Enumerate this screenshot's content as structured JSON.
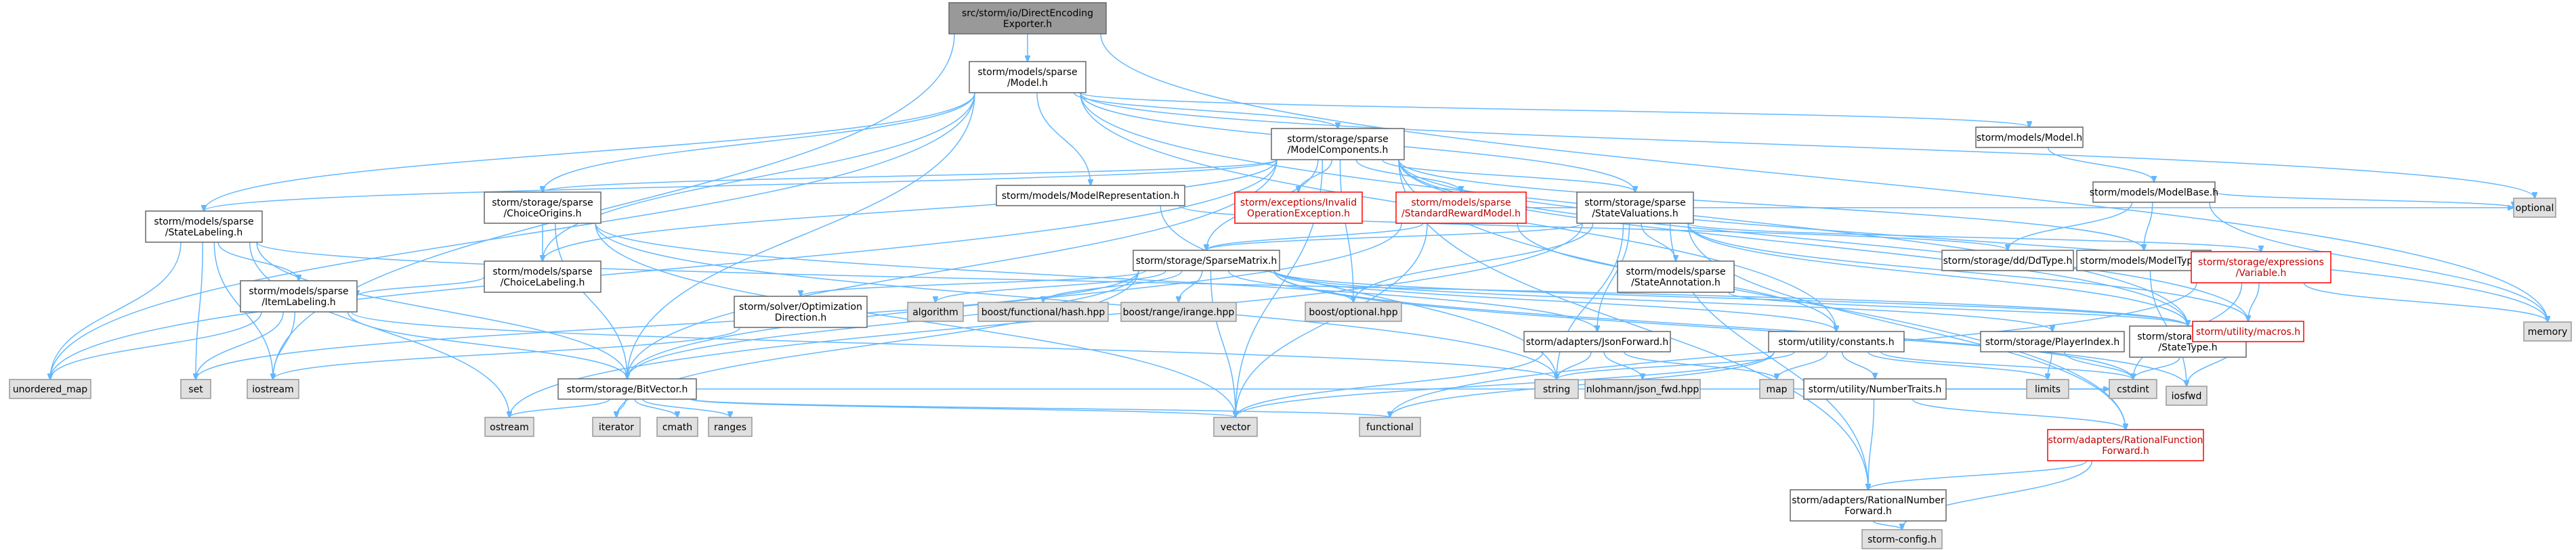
{
  "diagram": {
    "nodes": [
      {
        "id": "root",
        "lines": [
          "src/storm/io/DirectEncoding",
          "Exporter.h"
        ],
        "style": "root"
      },
      {
        "id": "model",
        "lines": [
          "storm/models/sparse",
          "/Model.h"
        ],
        "style": "normal"
      },
      {
        "id": "modelcomponents",
        "lines": [
          "storm/storage/sparse",
          "/ModelComponents.h"
        ],
        "style": "normal"
      },
      {
        "id": "modelsModel",
        "lines": [
          "storm/models/Model.h"
        ],
        "style": "normal"
      },
      {
        "id": "modelbase",
        "lines": [
          "storm/models/ModelBase.h"
        ],
        "style": "normal"
      },
      {
        "id": "modelrep",
        "lines": [
          "storm/models/ModelRepresentation.h"
        ],
        "style": "normal"
      },
      {
        "id": "invalidop",
        "lines": [
          "storm/exceptions/Invalid",
          "OperationException.h"
        ],
        "style": "red"
      },
      {
        "id": "stdreward",
        "lines": [
          "storm/models/sparse",
          "/StandardRewardModel.h"
        ],
        "style": "red"
      },
      {
        "id": "statevaluations",
        "lines": [
          "storm/storage/sparse",
          "/StateValuations.h"
        ],
        "style": "normal"
      },
      {
        "id": "choiceorigins",
        "lines": [
          "storm/storage/sparse",
          "/ChoiceOrigins.h"
        ],
        "style": "normal"
      },
      {
        "id": "statelabeling",
        "lines": [
          "storm/models/sparse",
          "/StateLabeling.h"
        ],
        "style": "normal"
      },
      {
        "id": "choicelabeling",
        "lines": [
          "storm/models/sparse",
          "/ChoiceLabeling.h"
        ],
        "style": "normal"
      },
      {
        "id": "itemlabeling",
        "lines": [
          "storm/models/sparse",
          "/ItemLabeling.h"
        ],
        "style": "normal"
      },
      {
        "id": "sparsematrix",
        "lines": [
          "storm/storage/SparseMatrix.h"
        ],
        "style": "normal"
      },
      {
        "id": "optdir",
        "lines": [
          "storm/solver/Optimization",
          "Direction.h"
        ],
        "style": "normal"
      },
      {
        "id": "bitvector",
        "lines": [
          "storm/storage/BitVector.h"
        ],
        "style": "normal"
      },
      {
        "id": "jsonforward",
        "lines": [
          "storm/adapters/JsonForward.h"
        ],
        "style": "normal"
      },
      {
        "id": "constants",
        "lines": [
          "storm/utility/constants.h"
        ],
        "style": "normal"
      },
      {
        "id": "numbertraits",
        "lines": [
          "storm/utility/NumberTraits.h"
        ],
        "style": "normal"
      },
      {
        "id": "rfforward",
        "lines": [
          "storm/adapters/RationalFunction",
          "Forward.h"
        ],
        "style": "red"
      },
      {
        "id": "rnforward",
        "lines": [
          "storm/adapters/RationalNumber",
          "Forward.h"
        ],
        "style": "normal"
      },
      {
        "id": "stormconfig",
        "lines": [
          "storm-config.h"
        ],
        "style": "ext"
      },
      {
        "id": "stateannotation",
        "lines": [
          "storm/models/sparse",
          "/StateAnnotation.h"
        ],
        "style": "normal"
      },
      {
        "id": "playerindex",
        "lines": [
          "storm/storage/PlayerIndex.h"
        ],
        "style": "normal"
      },
      {
        "id": "statetype",
        "lines": [
          "storm/storage/sparse",
          "/StateType.h"
        ],
        "style": "normal"
      },
      {
        "id": "ddtype",
        "lines": [
          "storm/storage/dd/DdType.h"
        ],
        "style": "normal"
      },
      {
        "id": "modeltype",
        "lines": [
          "storm/models/ModelType.h"
        ],
        "style": "normal"
      },
      {
        "id": "variable",
        "lines": [
          "storm/storage/expressions",
          "/Variable.h"
        ],
        "style": "red"
      },
      {
        "id": "macros",
        "lines": [
          "storm/utility/macros.h"
        ],
        "style": "red"
      },
      {
        "id": "optional",
        "lines": [
          "optional"
        ],
        "style": "ext"
      },
      {
        "id": "memory",
        "lines": [
          "memory"
        ],
        "style": "ext"
      },
      {
        "id": "iosfwd",
        "lines": [
          "iosfwd"
        ],
        "style": "ext"
      },
      {
        "id": "cstdint",
        "lines": [
          "cstdint"
        ],
        "style": "ext"
      },
      {
        "id": "limits",
        "lines": [
          "limits"
        ],
        "style": "ext"
      },
      {
        "id": "map",
        "lines": [
          "map"
        ],
        "style": "ext"
      },
      {
        "id": "string",
        "lines": [
          "string"
        ],
        "style": "ext"
      },
      {
        "id": "vector",
        "lines": [
          "vector"
        ],
        "style": "ext"
      },
      {
        "id": "functional",
        "lines": [
          "functional"
        ],
        "style": "ext"
      },
      {
        "id": "nlohmann",
        "lines": [
          "nlohmann/json_fwd.hpp"
        ],
        "style": "ext"
      },
      {
        "id": "boostoptional",
        "lines": [
          "boost/optional.hpp"
        ],
        "style": "ext"
      },
      {
        "id": "algorithm",
        "lines": [
          "algorithm"
        ],
        "style": "ext"
      },
      {
        "id": "boosthash",
        "lines": [
          "boost/functional/hash.hpp"
        ],
        "style": "ext"
      },
      {
        "id": "boostrange",
        "lines": [
          "boost/range/irange.hpp"
        ],
        "style": "ext"
      },
      {
        "id": "iterator",
        "lines": [
          "iterator"
        ],
        "style": "ext"
      },
      {
        "id": "cmath",
        "lines": [
          "cmath"
        ],
        "style": "ext"
      },
      {
        "id": "ranges",
        "lines": [
          "ranges"
        ],
        "style": "ext"
      },
      {
        "id": "ostream",
        "lines": [
          "ostream"
        ],
        "style": "ext"
      },
      {
        "id": "unorderedmap",
        "lines": [
          "unordered_map"
        ],
        "style": "ext"
      },
      {
        "id": "set",
        "lines": [
          "set"
        ],
        "style": "ext"
      },
      {
        "id": "iostream",
        "lines": [
          "iostream"
        ],
        "style": "ext"
      }
    ],
    "edges": [
      [
        "root",
        "model"
      ],
      [
        "root",
        "iostream"
      ],
      [
        "root",
        "memory"
      ],
      [
        "model",
        "modelcomponents"
      ],
      [
        "model",
        "modelsModel"
      ],
      [
        "model",
        "modelrep"
      ],
      [
        "model",
        "statevaluations"
      ],
      [
        "model",
        "choiceorigins"
      ],
      [
        "model",
        "statelabeling"
      ],
      [
        "model",
        "choicelabeling"
      ],
      [
        "model",
        "bitvector"
      ],
      [
        "model",
        "constants"
      ],
      [
        "model",
        "optional"
      ],
      [
        "model",
        "unorderedmap"
      ],
      [
        "model",
        "statetype"
      ],
      [
        "modelsModel",
        "modelbase"
      ],
      [
        "modelbase",
        "ddtype"
      ],
      [
        "modelbase",
        "modeltype"
      ],
      [
        "modelbase",
        "optional"
      ],
      [
        "modelbase",
        "memory"
      ],
      [
        "modelcomponents",
        "invalidop"
      ],
      [
        "modelcomponents",
        "stdreward"
      ],
      [
        "modelcomponents",
        "statevaluations"
      ],
      [
        "modelcomponents",
        "choiceorigins"
      ],
      [
        "modelcomponents",
        "statelabeling"
      ],
      [
        "modelcomponents",
        "choicelabeling"
      ],
      [
        "modelcomponents",
        "sparsematrix"
      ],
      [
        "modelcomponents",
        "bitvector"
      ],
      [
        "modelcomponents",
        "boostoptional"
      ],
      [
        "modelcomponents",
        "vector"
      ],
      [
        "modelcomponents",
        "rnforward"
      ],
      [
        "modelcomponents",
        "unorderedmap"
      ],
      [
        "modelcomponents",
        "rfforward"
      ],
      [
        "modelcomponents",
        "modeltype"
      ],
      [
        "modelcomponents",
        "macros"
      ],
      [
        "modelcomponents",
        "memory"
      ],
      [
        "modelcomponents",
        "statetype"
      ],
      [
        "modelrep",
        "ddtype"
      ],
      [
        "modelrep",
        "string"
      ],
      [
        "stdreward",
        "sparsematrix"
      ],
      [
        "stdreward",
        "bitvector"
      ],
      [
        "stdreward",
        "constants"
      ],
      [
        "stdreward",
        "vector"
      ],
      [
        "stdreward",
        "optional"
      ],
      [
        "statevaluations",
        "sparsematrix"
      ],
      [
        "statevaluations",
        "stateannotation"
      ],
      [
        "statevaluations",
        "jsonforward"
      ],
      [
        "statevaluations",
        "variable"
      ],
      [
        "statevaluations",
        "macros"
      ],
      [
        "statevaluations",
        "statetype"
      ],
      [
        "statevaluations",
        "string"
      ],
      [
        "statevaluations",
        "boostoptional"
      ],
      [
        "statevaluations",
        "rnforward"
      ],
      [
        "statevaluations",
        "rfforward"
      ],
      [
        "statevaluations",
        "ostream"
      ],
      [
        "choiceorigins",
        "choicelabeling"
      ],
      [
        "choiceorigins",
        "bitvector"
      ],
      [
        "choiceorigins",
        "jsonforward"
      ],
      [
        "choiceorigins",
        "vector"
      ],
      [
        "choiceorigins",
        "string"
      ],
      [
        "statelabeling",
        "itemlabeling"
      ],
      [
        "statelabeling",
        "bitvector"
      ],
      [
        "statelabeling",
        "unorderedmap"
      ],
      [
        "statelabeling",
        "set"
      ],
      [
        "statelabeling",
        "iostream"
      ],
      [
        "statelabeling",
        "ostream"
      ],
      [
        "statelabeling",
        "statetype"
      ],
      [
        "choicelabeling",
        "itemlabeling"
      ],
      [
        "itemlabeling",
        "bitvector"
      ],
      [
        "itemlabeling",
        "unorderedmap"
      ],
      [
        "itemlabeling",
        "set"
      ],
      [
        "itemlabeling",
        "iostream"
      ],
      [
        "itemlabeling",
        "string"
      ],
      [
        "sparsematrix",
        "optdir"
      ],
      [
        "sparsematrix",
        "bitvector"
      ],
      [
        "sparsematrix",
        "constants"
      ],
      [
        "sparsematrix",
        "playerindex"
      ],
      [
        "sparsematrix",
        "algorithm"
      ],
      [
        "sparsematrix",
        "boosthash"
      ],
      [
        "sparsematrix",
        "boostrange"
      ],
      [
        "sparsematrix",
        "boostoptional"
      ],
      [
        "sparsematrix",
        "vector"
      ],
      [
        "sparsematrix",
        "iosfwd"
      ],
      [
        "sparsematrix",
        "set"
      ],
      [
        "sparsematrix",
        "iterator"
      ],
      [
        "sparsematrix",
        "cstdint"
      ],
      [
        "sparsematrix",
        "statetype"
      ],
      [
        "optdir",
        "iostream"
      ],
      [
        "bitvector",
        "vector"
      ],
      [
        "bitvector",
        "ostream"
      ],
      [
        "bitvector",
        "iterator"
      ],
      [
        "bitvector",
        "cmath"
      ],
      [
        "bitvector",
        "ranges"
      ],
      [
        "bitvector",
        "functional"
      ],
      [
        "bitvector",
        "cstdint"
      ],
      [
        "jsonforward",
        "nlohmann"
      ],
      [
        "jsonforward",
        "map"
      ],
      [
        "jsonforward",
        "string"
      ],
      [
        "jsonforward",
        "vector"
      ],
      [
        "constants",
        "numbertraits"
      ],
      [
        "constants",
        "limits"
      ],
      [
        "constants",
        "map"
      ],
      [
        "constants",
        "string"
      ],
      [
        "constants",
        "vector"
      ],
      [
        "constants",
        "cstdint"
      ],
      [
        "constants",
        "functional"
      ],
      [
        "numbertraits",
        "rnforward"
      ],
      [
        "numbertraits",
        "rfforward"
      ],
      [
        "numbertraits",
        "cstdint"
      ],
      [
        "rfforward",
        "rnforward"
      ],
      [
        "rfforward",
        "stormconfig"
      ],
      [
        "rnforward",
        "stormconfig"
      ],
      [
        "playerindex",
        "limits"
      ],
      [
        "playerindex",
        "cstdint"
      ],
      [
        "statetype",
        "cstdint"
      ],
      [
        "modeltype",
        "iosfwd"
      ],
      [
        "variable",
        "macros"
      ],
      [
        "variable",
        "memory"
      ],
      [
        "variable",
        "cstdint"
      ],
      [
        "variable",
        "functional"
      ],
      [
        "macros",
        "iosfwd"
      ],
      [
        "stateannotation",
        "statetype"
      ]
    ]
  }
}
